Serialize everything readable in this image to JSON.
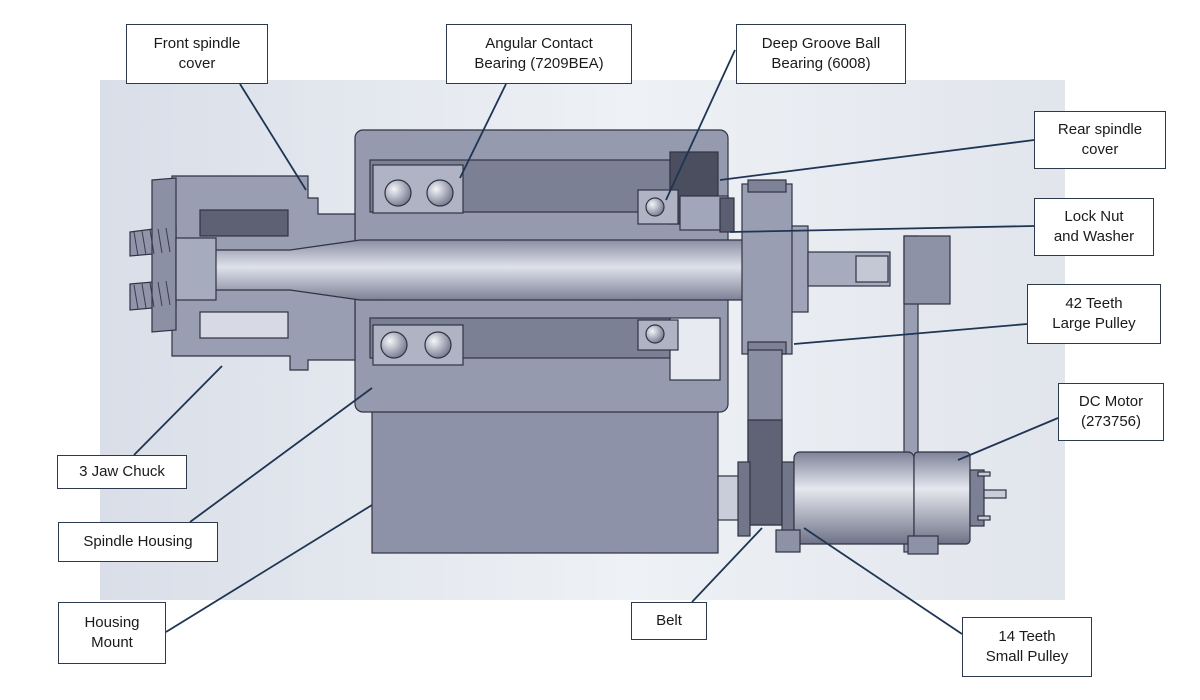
{
  "labels": {
    "front_spindle_cover": "Front spindle\ncover",
    "angular_contact_bearing": "Angular Contact\nBearing (7209BEA)",
    "deep_groove_ball_bearing": "Deep Groove Ball\nBearing (6008)",
    "rear_spindle_cover": "Rear spindle\ncover",
    "lock_nut_and_washer": "Lock Nut\nand Washer",
    "large_pulley": "42 Teeth\nLarge Pulley",
    "dc_motor": "DC Motor\n(273756)",
    "three_jaw_chuck": "3 Jaw Chuck",
    "spindle_housing": "Spindle Housing",
    "housing_mount": "Housing\nMount",
    "belt": "Belt",
    "small_pulley": "14 Teeth\nSmall Pulley"
  },
  "colors": {
    "metal": "#9296ab",
    "metal_dark": "#6f7388",
    "metal_light": "#c9ccda",
    "outline": "#2f3342",
    "label_border": "#2d3a4e",
    "leader_line": "#1f3554",
    "backdrop": "#e4e8ef"
  }
}
